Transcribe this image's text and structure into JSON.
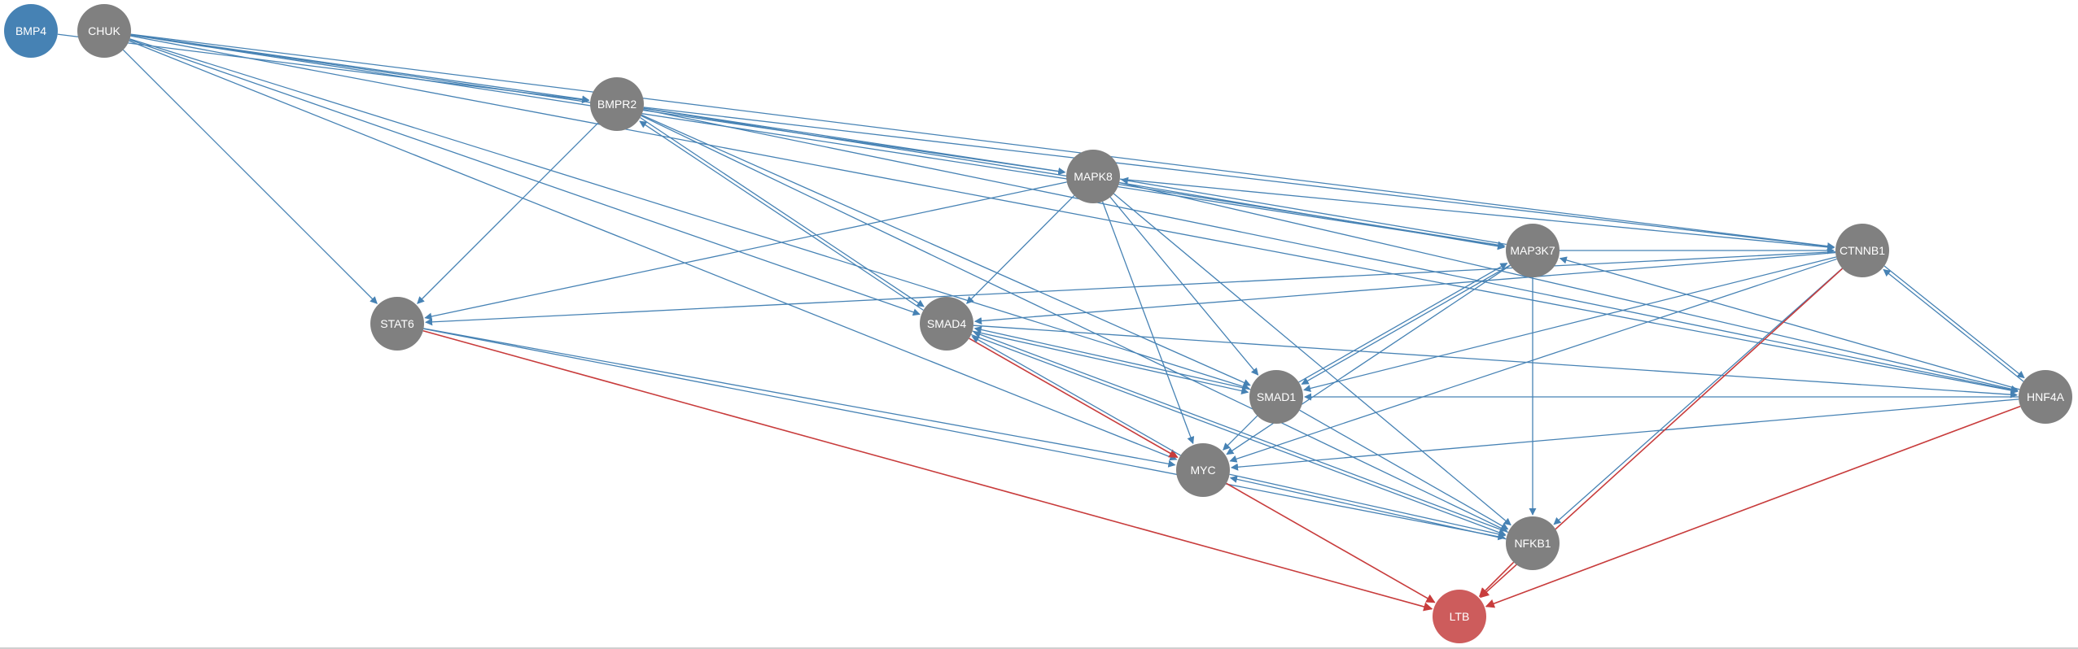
{
  "colors": {
    "default_node": "#808080",
    "source_node": "#4682b4",
    "target_node": "#cd5c5c",
    "activation_edge": "#4682b4",
    "inhibition_edge": "#c83c3c"
  },
  "nodes": [
    {
      "id": "BMP4",
      "label": "BMP4",
      "color": "#4682b4"
    },
    {
      "id": "CHUK",
      "label": "CHUK",
      "color": "#808080"
    },
    {
      "id": "BMPR2",
      "label": "BMPR2",
      "color": "#808080"
    },
    {
      "id": "MAPK8",
      "label": "MAPK8",
      "color": "#808080"
    },
    {
      "id": "MAP3K7",
      "label": "MAP3K7",
      "color": "#808080"
    },
    {
      "id": "CTNNB1",
      "label": "CTNNB1",
      "color": "#808080"
    },
    {
      "id": "STAT6",
      "label": "STAT6",
      "color": "#808080"
    },
    {
      "id": "SMAD4",
      "label": "SMAD4",
      "color": "#808080"
    },
    {
      "id": "SMAD1",
      "label": "SMAD1",
      "color": "#808080"
    },
    {
      "id": "HNF4A",
      "label": "HNF4A",
      "color": "#808080"
    },
    {
      "id": "MYC",
      "label": "MYC",
      "color": "#808080"
    },
    {
      "id": "NFKB1",
      "label": "NFKB1",
      "color": "#808080"
    },
    {
      "id": "LTB",
      "label": "LTB",
      "color": "#cd5c5c"
    }
  ],
  "edges": [
    {
      "source": "BMP4",
      "target": "BMPR2",
      "type": "activation"
    },
    {
      "source": "CHUK",
      "target": "BMPR2",
      "type": "activation"
    },
    {
      "source": "CHUK",
      "target": "MAPK8",
      "type": "activation"
    },
    {
      "source": "CHUK",
      "target": "MAP3K7",
      "type": "activation"
    },
    {
      "source": "CHUK",
      "target": "CTNNB1",
      "type": "activation"
    },
    {
      "source": "CHUK",
      "target": "STAT6",
      "type": "activation"
    },
    {
      "source": "CHUK",
      "target": "SMAD4",
      "type": "activation"
    },
    {
      "source": "CHUK",
      "target": "SMAD1",
      "type": "activation"
    },
    {
      "source": "CHUK",
      "target": "MYC",
      "type": "activation"
    },
    {
      "source": "CHUK",
      "target": "HNF4A",
      "type": "activation"
    },
    {
      "source": "BMPR2",
      "target": "MAPK8",
      "type": "activation"
    },
    {
      "source": "BMPR2",
      "target": "MAP3K7",
      "type": "activation"
    },
    {
      "source": "BMPR2",
      "target": "CTNNB1",
      "type": "activation"
    },
    {
      "source": "BMPR2",
      "target": "STAT6",
      "type": "activation"
    },
    {
      "source": "BMPR2",
      "target": "SMAD4",
      "type": "activation"
    },
    {
      "source": "SMAD4",
      "target": "BMPR2",
      "type": "activation"
    },
    {
      "source": "BMPR2",
      "target": "SMAD1",
      "type": "activation"
    },
    {
      "source": "BMPR2",
      "target": "NFKB1",
      "type": "activation"
    },
    {
      "source": "BMPR2",
      "target": "HNF4A",
      "type": "activation"
    },
    {
      "source": "MAPK8",
      "target": "MAP3K7",
      "type": "activation"
    },
    {
      "source": "MAP3K7",
      "target": "MAPK8",
      "type": "activation"
    },
    {
      "source": "MAPK8",
      "target": "CTNNB1",
      "type": "activation"
    },
    {
      "source": "MAPK8",
      "target": "STAT6",
      "type": "activation"
    },
    {
      "source": "MAPK8",
      "target": "SMAD4",
      "type": "activation"
    },
    {
      "source": "MAPK8",
      "target": "SMAD1",
      "type": "activation"
    },
    {
      "source": "MAPK8",
      "target": "MYC",
      "type": "activation"
    },
    {
      "source": "MAPK8",
      "target": "NFKB1",
      "type": "activation"
    },
    {
      "source": "MAPK8",
      "target": "HNF4A",
      "type": "activation"
    },
    {
      "source": "MAP3K7",
      "target": "CTNNB1",
      "type": "activation"
    },
    {
      "source": "MAP3K7",
      "target": "SMAD1",
      "type": "activation"
    },
    {
      "source": "SMAD1",
      "target": "MAP3K7",
      "type": "activation"
    },
    {
      "source": "MAP3K7",
      "target": "MYC",
      "type": "activation"
    },
    {
      "source": "MAP3K7",
      "target": "NFKB1",
      "type": "activation"
    },
    {
      "source": "HNF4A",
      "target": "MAP3K7",
      "type": "activation"
    },
    {
      "source": "CTNNB1",
      "target": "STAT6",
      "type": "activation"
    },
    {
      "source": "CTNNB1",
      "target": "SMAD4",
      "type": "activation"
    },
    {
      "source": "CTNNB1",
      "target": "SMAD1",
      "type": "activation"
    },
    {
      "source": "CTNNB1",
      "target": "MYC",
      "type": "activation"
    },
    {
      "source": "CTNNB1",
      "target": "NFKB1",
      "type": "activation"
    },
    {
      "source": "CTNNB1",
      "target": "HNF4A",
      "type": "activation"
    },
    {
      "source": "HNF4A",
      "target": "CTNNB1",
      "type": "activation"
    },
    {
      "source": "STAT6",
      "target": "MYC",
      "type": "activation"
    },
    {
      "source": "STAT6",
      "target": "NFKB1",
      "type": "activation"
    },
    {
      "source": "STAT6",
      "target": "LTB",
      "type": "inhibition"
    },
    {
      "source": "SMAD4",
      "target": "SMAD1",
      "type": "activation"
    },
    {
      "source": "SMAD1",
      "target": "SMAD4",
      "type": "activation"
    },
    {
      "source": "SMAD4",
      "target": "MYC",
      "type": "inhibition"
    },
    {
      "source": "MYC",
      "target": "SMAD4",
      "type": "activation"
    },
    {
      "source": "SMAD4",
      "target": "NFKB1",
      "type": "activation"
    },
    {
      "source": "NFKB1",
      "target": "SMAD4",
      "type": "activation"
    },
    {
      "source": "SMAD4",
      "target": "HNF4A",
      "type": "activation"
    },
    {
      "source": "SMAD1",
      "target": "MYC",
      "type": "activation"
    },
    {
      "source": "SMAD1",
      "target": "NFKB1",
      "type": "activation"
    },
    {
      "source": "HNF4A",
      "target": "SMAD1",
      "type": "activation"
    },
    {
      "source": "HNF4A",
      "target": "MYC",
      "type": "activation"
    },
    {
      "source": "MYC",
      "target": "NFKB1",
      "type": "activation"
    },
    {
      "source": "NFKB1",
      "target": "MYC",
      "type": "activation"
    },
    {
      "source": "MYC",
      "target": "LTB",
      "type": "inhibition"
    },
    {
      "source": "NFKB1",
      "target": "LTB",
      "type": "inhibition"
    },
    {
      "source": "CTNNB1",
      "target": "LTB",
      "type": "inhibition"
    },
    {
      "source": "HNF4A",
      "target": "LTB",
      "type": "inhibition"
    }
  ]
}
